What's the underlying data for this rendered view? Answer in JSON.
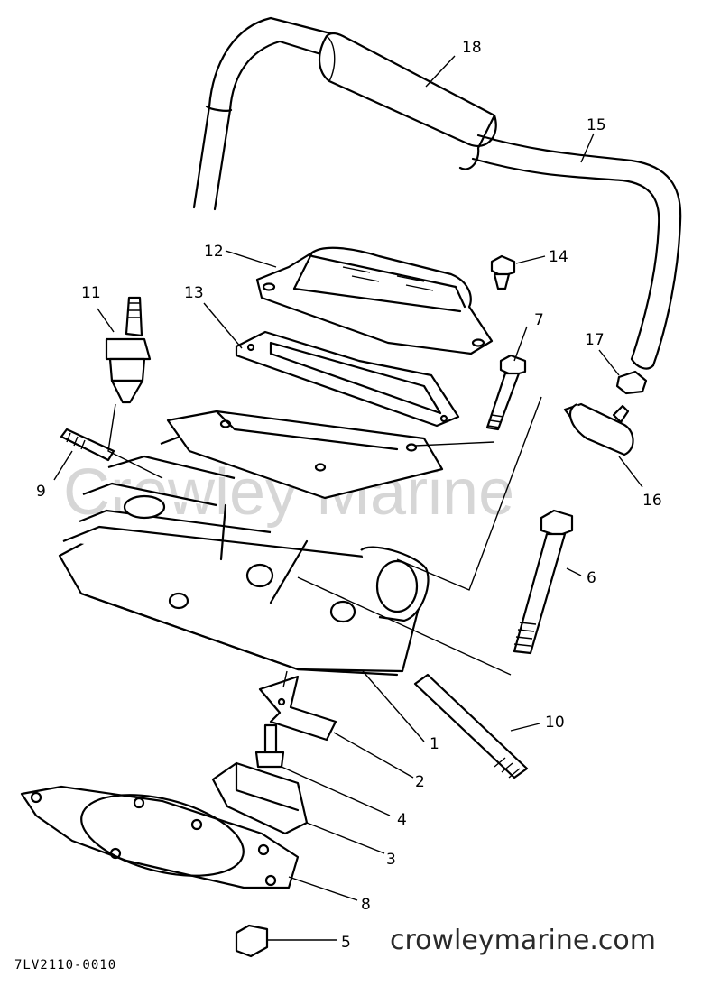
{
  "diagram": {
    "drawing_code": "7LV2110-0010",
    "watermark": "Crowley Marine",
    "site": "crowleymarine.com",
    "callouts": {
      "n1": "1",
      "n2": "2",
      "n3": "3",
      "n4": "4",
      "n5": "5",
      "n6": "6",
      "n7": "7",
      "n8": "8",
      "n9": "9",
      "n10": "10",
      "n11": "11",
      "n12": "12",
      "n13": "13",
      "n14": "14",
      "n15": "15",
      "n16": "16",
      "n17": "17",
      "n18": "18"
    }
  }
}
